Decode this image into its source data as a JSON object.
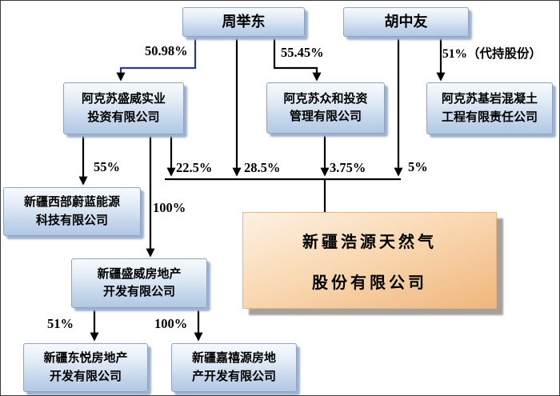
{
  "diagram_type": "equity-ownership-structure",
  "nodes": {
    "zhou": {
      "label": "周举东"
    },
    "hu": {
      "label": "胡中友"
    },
    "aksu_shengwei": {
      "line1": "阿克苏盛威实业",
      "line2": "投资有限公司"
    },
    "aksu_zhonghe": {
      "line1": "阿克苏众和投资",
      "line2": "管理有限公司"
    },
    "aksu_jiyan": {
      "line1": "阿克苏基岩混凝土",
      "line2": "工程有限责任公司"
    },
    "weilan": {
      "line1": "新疆西部蔚蓝能源",
      "line2": "科技有限公司"
    },
    "shengwei_realty": {
      "line1": "新疆盛威房地产",
      "line2": "开发有限公司"
    },
    "haoyuan": {
      "line1": "新疆浩源天然气",
      "line2": "股份有限公司"
    },
    "dongyue": {
      "line1": "新疆东悦房地产",
      "line2": "开发有限公司"
    },
    "jiaxiyuan": {
      "line1": "新疆嘉禧源房地",
      "line2": "产开发有限公司"
    }
  },
  "ownership_labels": {
    "zhou_to_aksu_shengwei": "50.98%",
    "zhou_to_aksu_zhonghe": "55.45%",
    "hu_to_aksu_jiyan": "51%（代持股份）",
    "aksu_shengwei_to_weilan": "55%",
    "aksu_shengwei_to_haoyuan": "22.5%",
    "zhou_to_haoyuan": "28.5%",
    "aksu_zhonghe_to_haoyuan": "3.75%",
    "hu_to_haoyuan": "5%",
    "aksu_shengwei_to_realty": "100%",
    "realty_to_dongyue": "51%",
    "realty_to_jiaxiyuan": "100%"
  },
  "colors": {
    "node_fill_top": "#f7fafd",
    "node_fill_bottom": "#b2c8e3",
    "node_border": "#8fa3bb",
    "node_shadow": "#9db2cf",
    "highlight_fill_light": "#fdf1e2",
    "highlight_fill_dark": "#f0b67c",
    "highlight_shadow": "#a6a09a",
    "connector": "#000000",
    "connector_blue": "#2b3a8f"
  }
}
